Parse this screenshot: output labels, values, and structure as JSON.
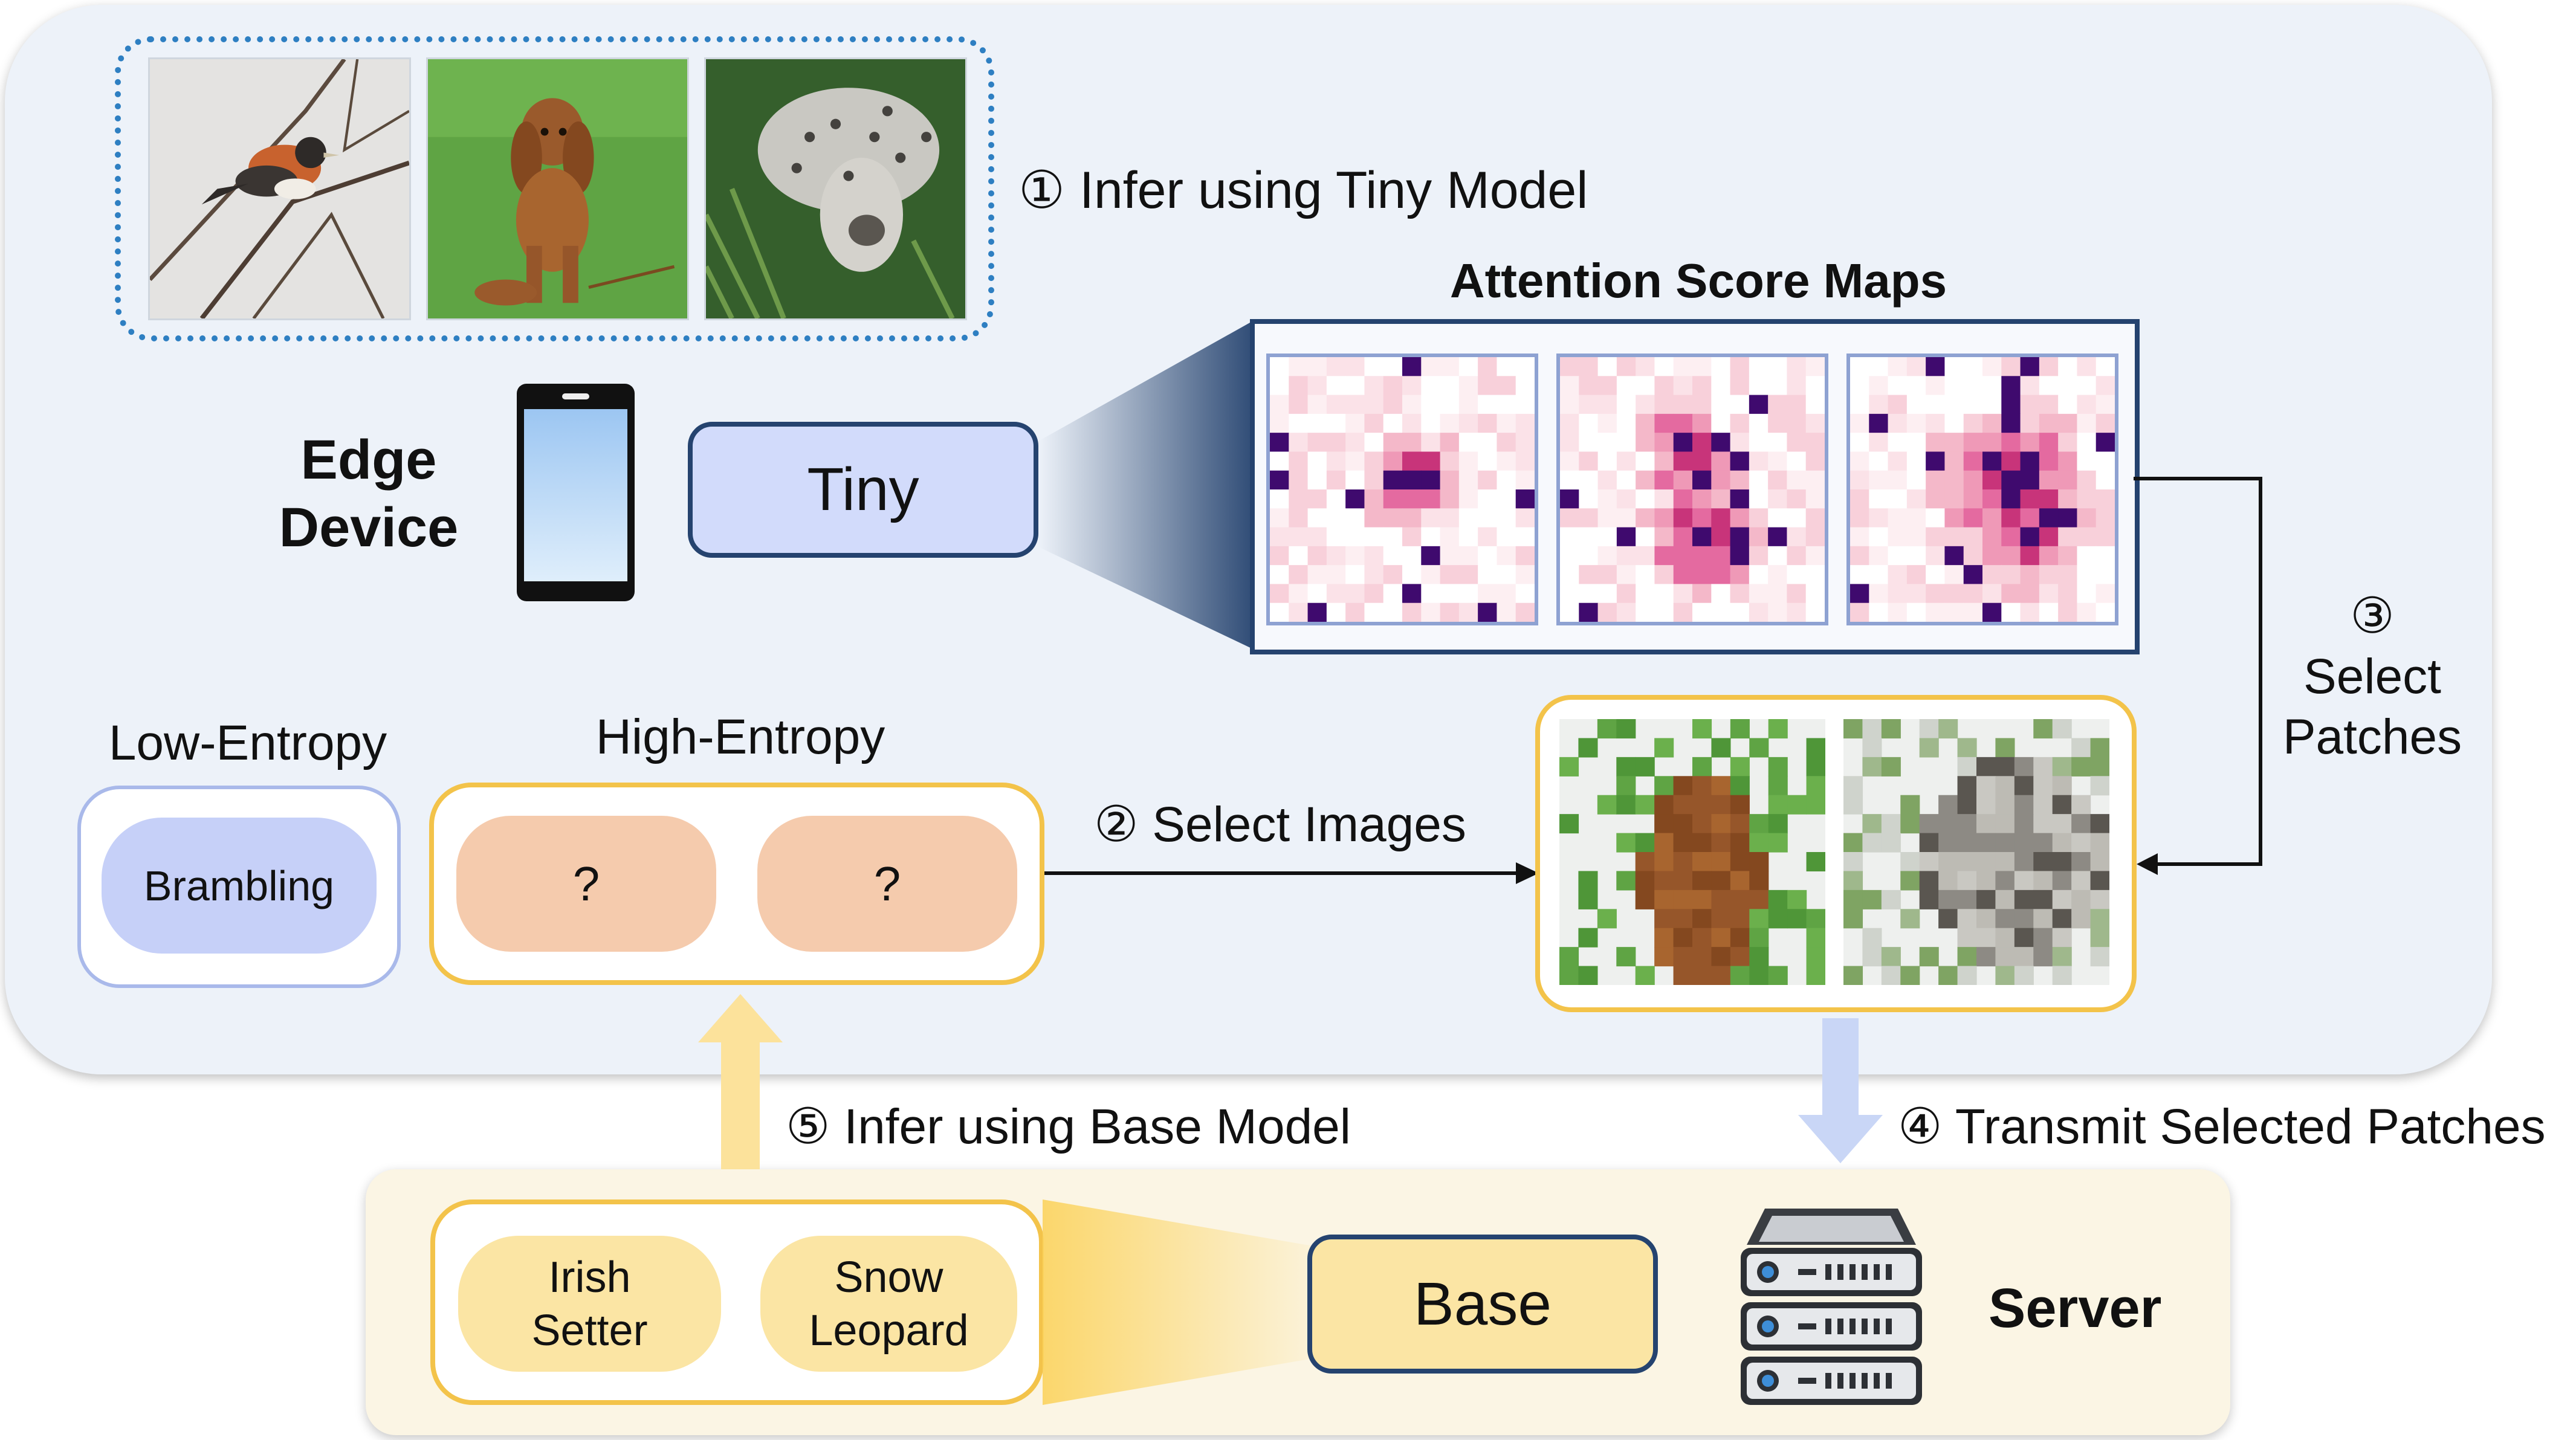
{
  "steps": {
    "step1": "① Infer using Tiny Model",
    "step2": "② Select Images",
    "step3_num": "③",
    "step3_line1": "Select",
    "step3_line2": "Patches",
    "step4": "④ Transmit Selected Patches",
    "step5": "⑤ Infer using Base Model"
  },
  "edge": {
    "line1": "Edge",
    "line2": "Device"
  },
  "models": {
    "tiny": "Tiny",
    "base": "Base"
  },
  "attention": {
    "title": "Attention Score Maps"
  },
  "entropy": {
    "low_label": "Low-Entropy",
    "low_item": "Brambling",
    "high_label": "High-Entropy",
    "high_items": [
      "?",
      "?"
    ]
  },
  "results": [
    {
      "line1": "Irish",
      "line2": "Setter"
    },
    {
      "line1": "Snow",
      "line2": "Leopard"
    }
  ],
  "server": {
    "label": "Server"
  },
  "colors": {
    "edge_panel": "#edf2f9",
    "server_panel": "#fbf5e4",
    "tiny_fill": "#d2dbfb",
    "dark_blue": "#25436f",
    "yellow_border": "#f3c34a",
    "high_entropy_item": "#f5cbad",
    "result_item": "#fbe5a4",
    "low_entropy_item": "#c6d0f8",
    "dotted_border": "#2e7fc2",
    "attention_dark": "#3f0a6e",
    "attention_mid": "#c8347a"
  },
  "icons": [
    "phone-icon",
    "server-icon",
    "bird-photo",
    "dog-photo",
    "leopard-photo"
  ]
}
